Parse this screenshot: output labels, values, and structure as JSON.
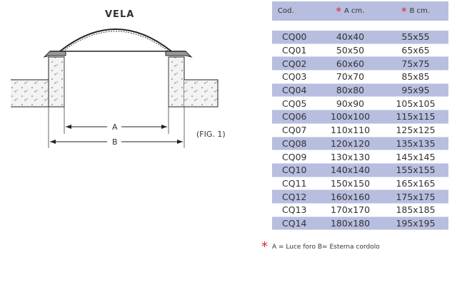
{
  "drawing": {
    "title": "VELA",
    "label_a": "A",
    "label_b": "B",
    "fig_caption": "(FIG. 1)"
  },
  "table": {
    "headers": {
      "code": "Cod.",
      "a": "A cm.",
      "b": "B cm.",
      "star": "*"
    },
    "rows": [
      {
        "code": "CQ00",
        "a": "40x40",
        "b": "55x55",
        "shaded": true
      },
      {
        "code": "CQ01",
        "a": "50x50",
        "b": "65x65",
        "shaded": false
      },
      {
        "code": "CQ02",
        "a": "60x60",
        "b": "75x75",
        "shaded": true
      },
      {
        "code": "CQ03",
        "a": "70x70",
        "b": "85x85",
        "shaded": false
      },
      {
        "code": "CQ04",
        "a": "80x80",
        "b": "95x95",
        "shaded": true
      },
      {
        "code": "CQ05",
        "a": "90x90",
        "b": "105x105",
        "shaded": false
      },
      {
        "code": "CQ06",
        "a": "100x100",
        "b": "115x115",
        "shaded": true
      },
      {
        "code": "CQ07",
        "a": "110x110",
        "b": "125x125",
        "shaded": false
      },
      {
        "code": "CQ08",
        "a": "120x120",
        "b": "135x135",
        "shaded": true
      },
      {
        "code": "CQ09",
        "a": "130x130",
        "b": "145x145",
        "shaded": false
      },
      {
        "code": "CQ10",
        "a": "140x140",
        "b": "155x155",
        "shaded": true
      },
      {
        "code": "CQ11",
        "a": "150x150",
        "b": "165x165",
        "shaded": false
      },
      {
        "code": "CQ12",
        "a": "160x160",
        "b": "175x175",
        "shaded": true
      },
      {
        "code": "CQ13",
        "a": "170x170",
        "b": "185x185",
        "shaded": false
      },
      {
        "code": "CQ14",
        "a": "180x180",
        "b": "195x195",
        "shaded": true
      }
    ]
  },
  "legend": {
    "star": "*",
    "text": "A = Luce foro  B= Esterna cordolo"
  },
  "colors": {
    "row_shade": "#b8bedf",
    "star": "#e0213a"
  }
}
